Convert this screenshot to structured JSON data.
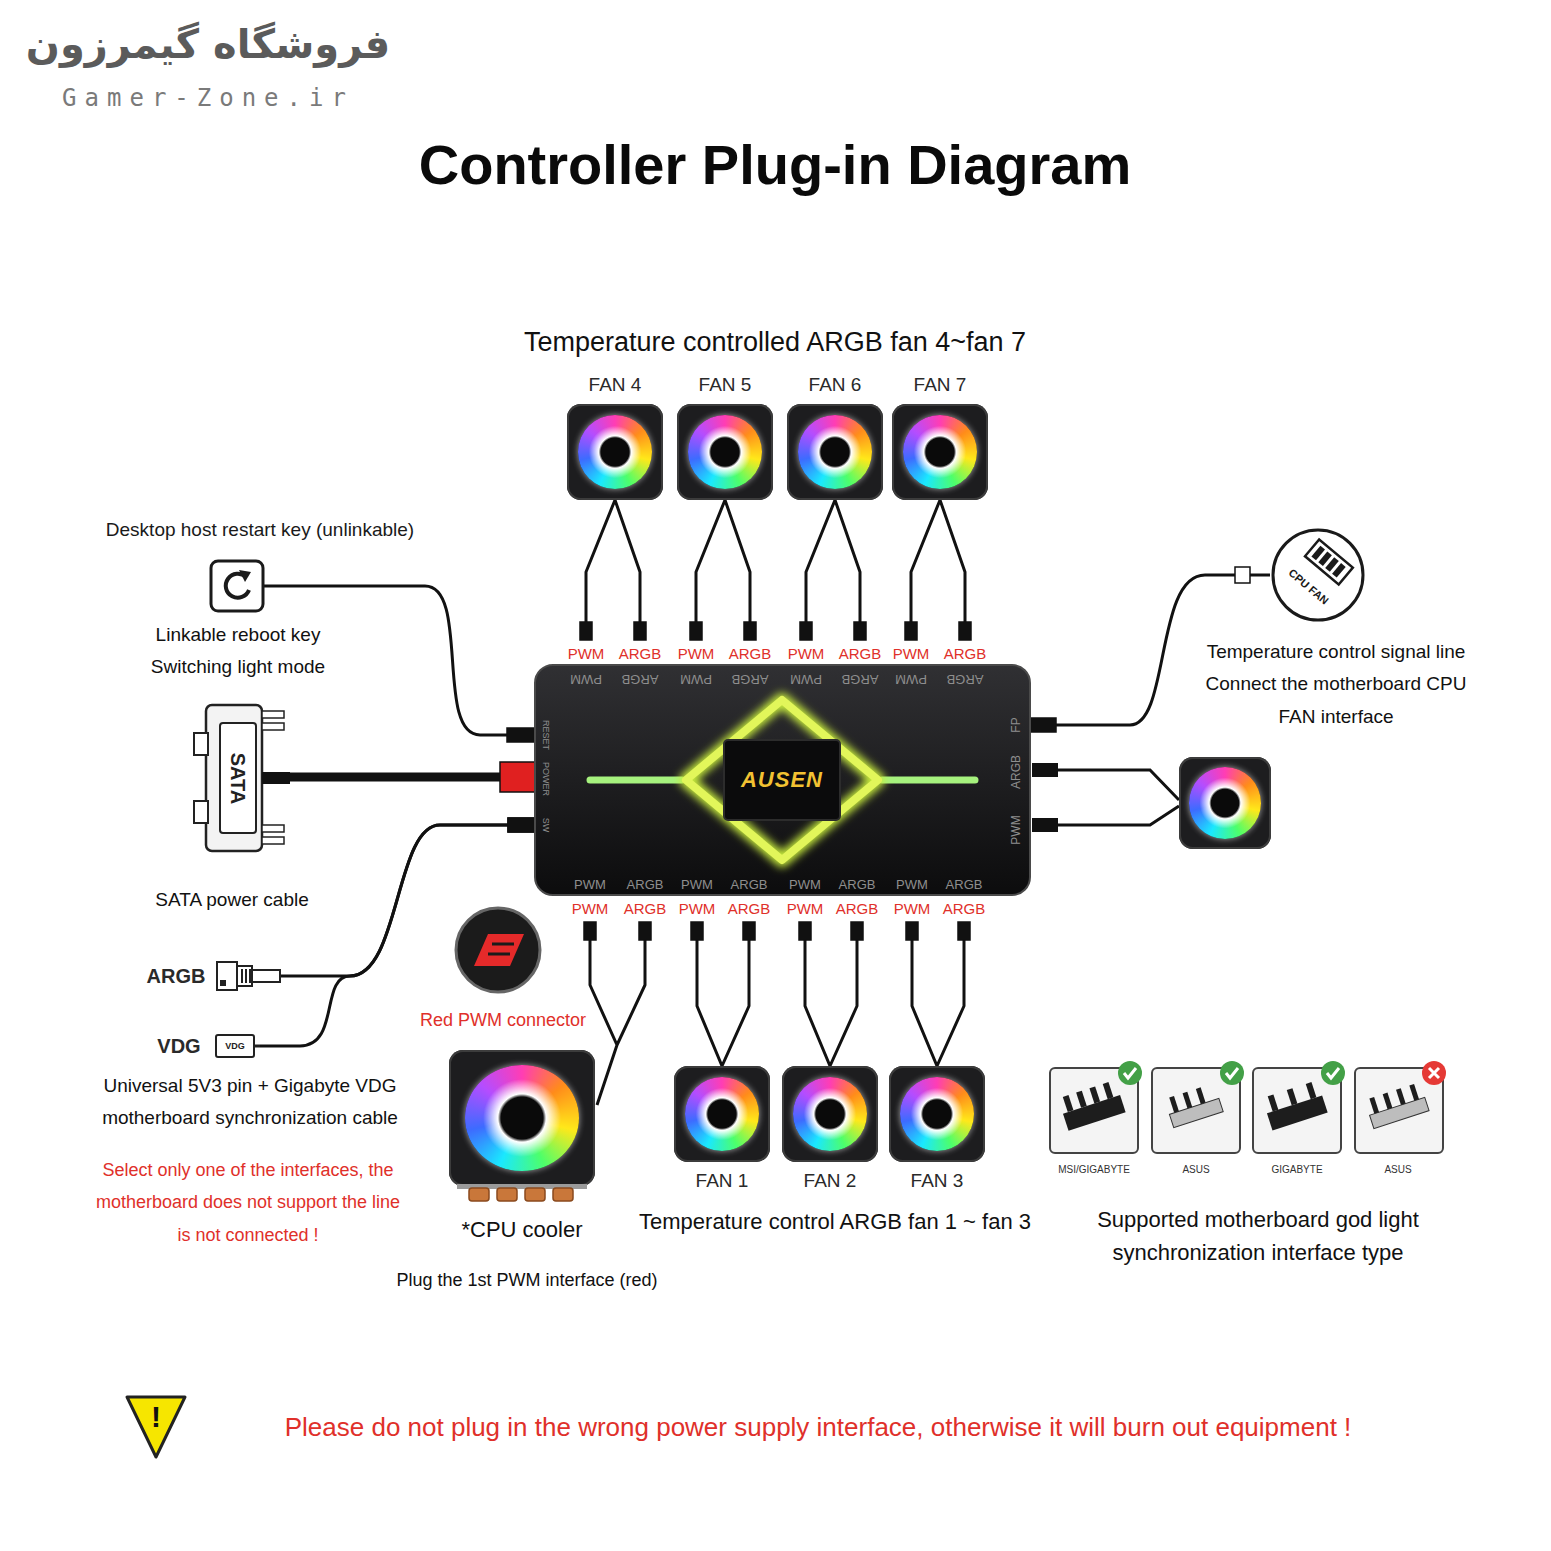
{
  "diagram": {
    "title": "Controller Plug-in Diagram",
    "nodes": [
      {
        "text": [
          "FAN 4"
        ]
      },
      {
        "text": [
          "FAN 5"
        ]
      },
      {
        "text": [
          "FAN 6"
        ]
      },
      {
        "text": [
          "FAN 7"
        ]
      },
      {
        "text": [
          "Desktop host restart key (unlinkable)"
        ]
      },
      {
        "text": [
          "CPU FAN"
        ]
      },
      {
        "text": [
          "AUSEN"
        ]
      },
      {
        "text": [
          "SATA"
        ]
      },
      {
        "text": [
          "ARGB"
        ]
      },
      {
        "text": [
          "VDG",
          "VDG"
        ]
      },
      {
        "text": [
          "*CPU cooler"
        ]
      },
      {
        "text": [
          "FAN 1"
        ]
      },
      {
        "text": [
          "FAN 2"
        ]
      },
      {
        "text": [
          "FAN 3"
        ]
      }
    ],
    "edges": [
      {
        "from": 0,
        "to": 6,
        "arrow": "none"
      },
      {
        "from": 1,
        "to": 6,
        "arrow": "none"
      },
      {
        "from": 2,
        "to": 6,
        "arrow": "none"
      },
      {
        "from": 3,
        "to": 6,
        "arrow": "none"
      },
      {
        "from": 4,
        "to": 6,
        "arrow": "none"
      },
      {
        "from": 7,
        "to": 6,
        "arrow": "none"
      },
      {
        "from": 6,
        "to": 5,
        "arrow": "none"
      },
      {
        "from": 6,
        "to": 8,
        "arrow": "none"
      },
      {
        "from": 6,
        "to": 9,
        "arrow": "none"
      },
      {
        "from": 6,
        "to": 10,
        "arrow": "none"
      },
      {
        "from": 6,
        "to": 11,
        "arrow": "none"
      },
      {
        "from": 6,
        "to": 12,
        "arrow": "none"
      },
      {
        "from": 6,
        "to": 13,
        "arrow": "none"
      }
    ],
    "labels": [
      "فروشگاه گیمرزون",
      "Gamer-Zone.ir",
      "Temperature controlled ARGB fan 4~fan 7",
      "PWM",
      "ARGB",
      "PWM",
      "ARGB",
      "PWM",
      "ARGB",
      "PWM",
      "ARGB",
      "PWM",
      "ARGB",
      "PWM",
      "ARGB",
      "PWM",
      "ARGB",
      "PWM",
      "ARGB",
      "Linkable reboot key Switching light mode",
      "Temperature control signal line Connect the motherboard CPU FAN interface",
      "RESET",
      "POWER",
      "SW",
      "FP",
      "ARGB",
      "PWM",
      "PWM",
      "ARGB",
      "PWM",
      "ARGB",
      "PWM",
      "ARGB",
      "PWM",
      "ARGB",
      "PWM",
      "ARGB",
      "PWM",
      "ARGB",
      "PWM",
      "ARGB",
      "PWM",
      "ARGB",
      "SATA power cable",
      "Red PWM connector",
      "Universal 5V3 pin + Gigabyte VDG motherboard synchronization cable",
      "Select only one of the interfaces, the motherboard does not support the line is not connected !",
      "Temperature control ARGB fan 1 ~ fan 3",
      "MSI/GIGABYTE",
      "ASUS",
      "GIGABYTE",
      "ASUS",
      "Supported motherboard god light synchronization interface type",
      "Plug the 1st PWM interface (red)",
      "!",
      "Please do not plug in the wrong power supply interface, otherwise it will burn out equipment !"
    ]
  }
}
